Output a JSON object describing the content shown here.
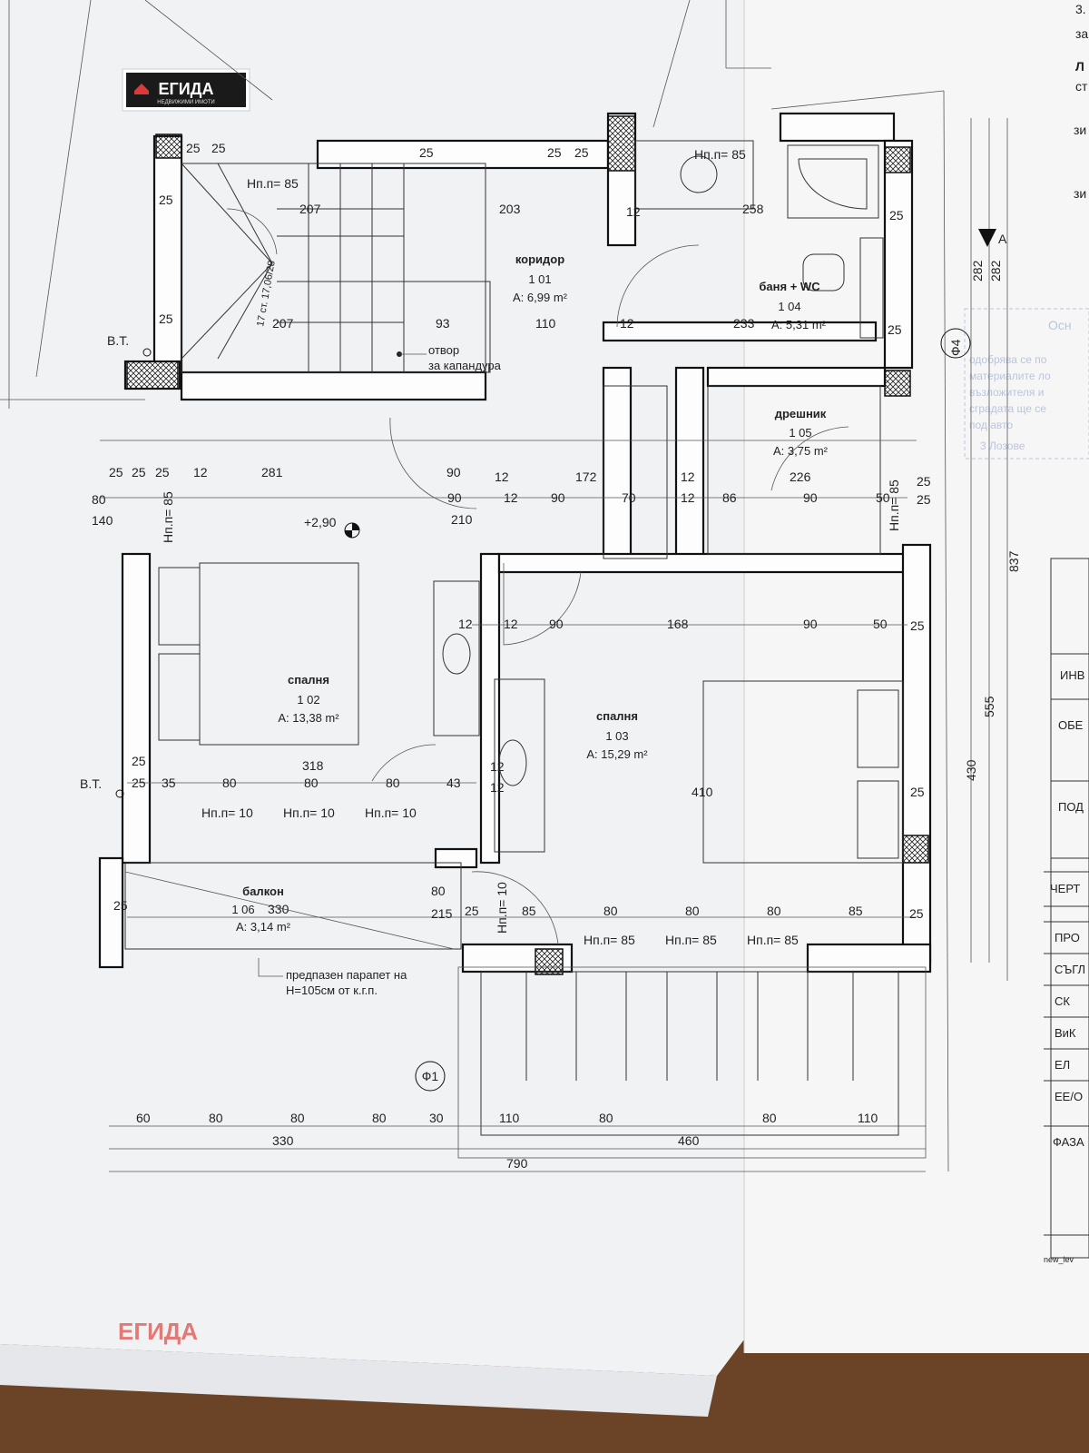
{
  "logo": {
    "text": "ЕГИДА",
    "subtext": "НЕДВИЖИМИ ИМОТИ"
  },
  "watermark": "ЕГИДА",
  "rooms": [
    {
      "name": "коридор",
      "number": "1 01",
      "area": "A: 6,99 m²"
    },
    {
      "name": "спалня",
      "number": "1 02",
      "area": "A: 13,38 m²"
    },
    {
      "name": "спалня",
      "number": "1 03",
      "area": "A: 15,29 m²"
    },
    {
      "name": "баня + WC",
      "number": "1 04",
      "area": "A: 5,31 m²"
    },
    {
      "name": "дрешник",
      "number": "1 05",
      "area": "A: 3,75 m²"
    },
    {
      "name": "балкон",
      "number": "1 06",
      "area": "A: 3,14 m²"
    }
  ],
  "notes": {
    "opening_line1": "отвор",
    "opening_line2": "за капандура",
    "parapet_line1": "предпазен парапет на",
    "parapet_line2": "H=105см от к.г.п.",
    "level": "+2,90",
    "vt": "В.Т.",
    "stair": "17 ст. 17,06/28",
    "axis_f1": "Ф1",
    "axis_f4": "Ф4",
    "section_a": "A"
  },
  "window_labels": {
    "hn85": "Нп.п= 85",
    "hn10": "Нп.п= 10"
  },
  "dimensions": {
    "bottom_row1": [
      "60",
      "80",
      "80",
      "80",
      "30",
      "110",
      "80",
      "80",
      "110"
    ],
    "bottom_row2": [
      "330",
      "460"
    ],
    "bottom_total": "790",
    "right_vertical": [
      "282",
      "282",
      "555",
      "430",
      "837"
    ]
  },
  "title_block": {
    "rows": [
      "ИНВ",
      "ОБЕ",
      "ПОД",
      "ЧЕРТ",
      "ПРО",
      "СЪГЛ",
      "СК",
      "ВиК",
      "ЕЛ",
      "ЕЕ/О",
      "ФАЗА"
    ],
    "file": "new_lev"
  },
  "corner_text": [
    "3.",
    "за",
    "Л",
    "ст",
    "зи",
    "зи"
  ],
  "stamp": [
    "Осн",
    "одобрява се по",
    "материалите ло",
    "възложителя и",
    "сградата ще се",
    "под авто",
    "3 Лозове"
  ]
}
